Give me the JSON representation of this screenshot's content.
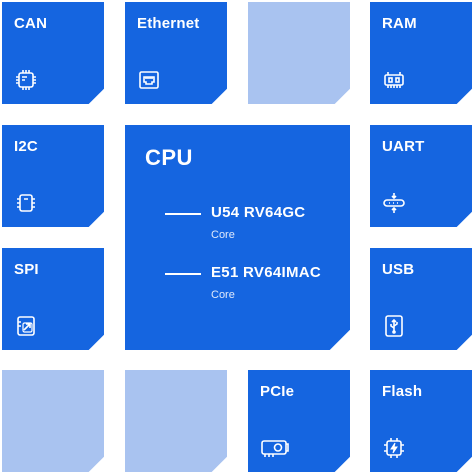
{
  "colors": {
    "tile": "#1565e0",
    "empty_tile": "#a9c3f0",
    "foreground": "#ffffff"
  },
  "tiles": {
    "can": {
      "label": "CAN",
      "icon": "chip-icon"
    },
    "ethernet": {
      "label": "Ethernet",
      "icon": "ethernet-port-icon"
    },
    "ram": {
      "label": "RAM",
      "icon": "memory-icon"
    },
    "i2c": {
      "label": "I2C",
      "icon": "i2c-chip-icon"
    },
    "uart": {
      "label": "UART",
      "icon": "serial-cable-icon"
    },
    "spi": {
      "label": "SPI",
      "icon": "spi-card-icon"
    },
    "usb": {
      "label": "USB",
      "icon": "usb-icon"
    },
    "pcie": {
      "label": "PCIe",
      "icon": "pcie-card-icon"
    },
    "flash": {
      "label": "Flash",
      "icon": "flash-chip-icon"
    }
  },
  "cpu": {
    "title": "CPU",
    "cores": [
      {
        "name": "U54 RV64GC",
        "sub": "Core"
      },
      {
        "name": "E51 RV64IMAC",
        "sub": "Core"
      }
    ]
  }
}
